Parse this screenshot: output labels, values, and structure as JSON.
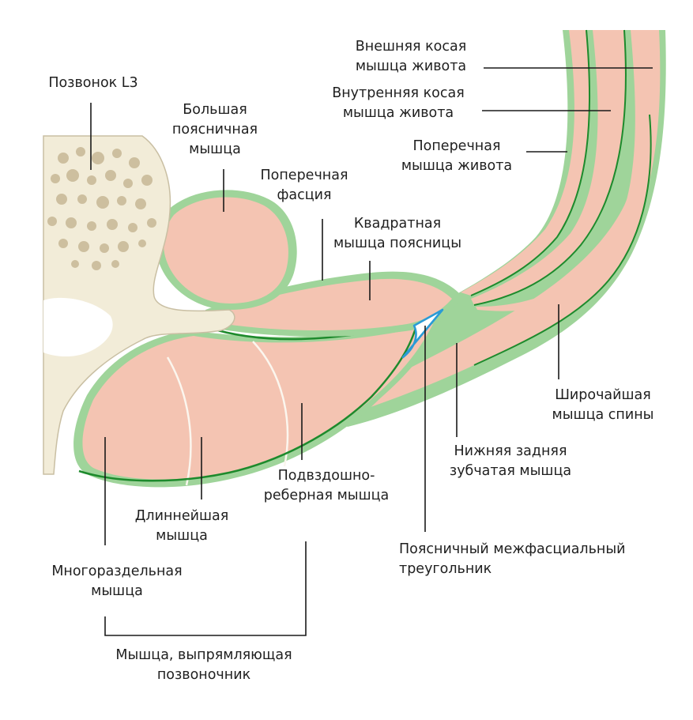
{
  "colors": {
    "muscle": "#f4c4b2",
    "muscle_dark": "#eeb39f",
    "fascia": "#9fd49a",
    "fascia_line": "#1d8a2c",
    "bone": "#f2ecd8",
    "bone_pore": "#cdbf9f",
    "triangle": "#2a9bd6",
    "text": "#1f1f1f"
  },
  "labels": {
    "vertebra_l3": [
      "Позвонок L3"
    ],
    "psoas_major": [
      "Большая",
      "поясничная",
      "мышца"
    ],
    "transversalis_fascia": [
      "Поперечная",
      "фасция"
    ],
    "quadratus_lumborum": [
      "Квадратная",
      "мышца поясницы"
    ],
    "external_oblique": [
      "Внешняя косая",
      "мышца живота"
    ],
    "internal_oblique": [
      "Внутренняя косая",
      "мышца живота"
    ],
    "transversus_abdominis": [
      "Поперечная",
      "мышца живота"
    ],
    "latissimus_dorsi": [
      "Широчайшая",
      "мышца спины"
    ],
    "serratus_posterior_inferior": [
      "Нижняя задняя",
      "зубчатая мышца"
    ],
    "lumbar_interfascial_triangle": [
      "Поясничный межфасциальный",
      "треугольник"
    ],
    "iliocostalis": [
      "Подвздошно-",
      "реберная мышца"
    ],
    "longissimus": [
      "Длиннейшая",
      "мышца"
    ],
    "multifidus": [
      "Многораздельная",
      "мышца"
    ],
    "erector_spinae": [
      "Мышца, выпрямляющая",
      "позвоночник"
    ]
  }
}
